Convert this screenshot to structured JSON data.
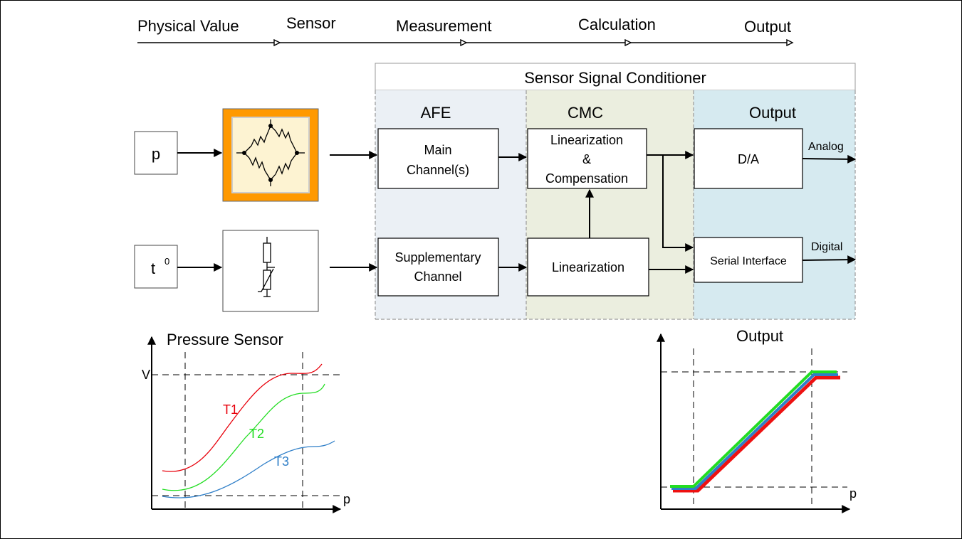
{
  "stages": [
    "Physical Value",
    "Sensor",
    "Measurement",
    "Calculation",
    "Output"
  ],
  "conditioner": {
    "title": "Sensor Signal Conditioner",
    "sections": {
      "afe": "AFE",
      "cmc": "CMC",
      "output": "Output"
    },
    "colors": {
      "afe": "#ebf0f5",
      "cmc": "#ebeedf",
      "output": "#d6eaf0"
    }
  },
  "inputs": {
    "pressure": "p",
    "temperature": "t",
    "temperature_sup": "0"
  },
  "sensors": {
    "bridge": {
      "icon": "wheatstone-bridge-icon",
      "frame_color": "#ff9900",
      "inner_color": "#fdf3d2"
    },
    "temp": {
      "icon": "resistor-thermistor-icon"
    }
  },
  "blocks": {
    "main_channel": [
      "Main",
      "Channel(s)"
    ],
    "supplementary_channel": [
      "Supplementary",
      "Channel"
    ],
    "lin_comp": [
      "Linearization",
      "&",
      "Compensation"
    ],
    "linearization": "Linearization",
    "da": "D/A",
    "serial": "Serial Interface"
  },
  "outputs": {
    "analog": "Analog",
    "digital": "Digital"
  },
  "graphs": {
    "pressure": {
      "title": "Pressure Sensor",
      "y_label": "V",
      "x_label": "p",
      "curves": [
        {
          "name": "T1",
          "color": "#e8000b"
        },
        {
          "name": "T2",
          "color": "#22dd22"
        },
        {
          "name": "T3",
          "color": "#2f7fc8"
        }
      ]
    },
    "output": {
      "title": "Output",
      "x_label": "p",
      "line_colors": [
        "#ee1111",
        "#2f7fc8",
        "#22dd22"
      ]
    }
  }
}
